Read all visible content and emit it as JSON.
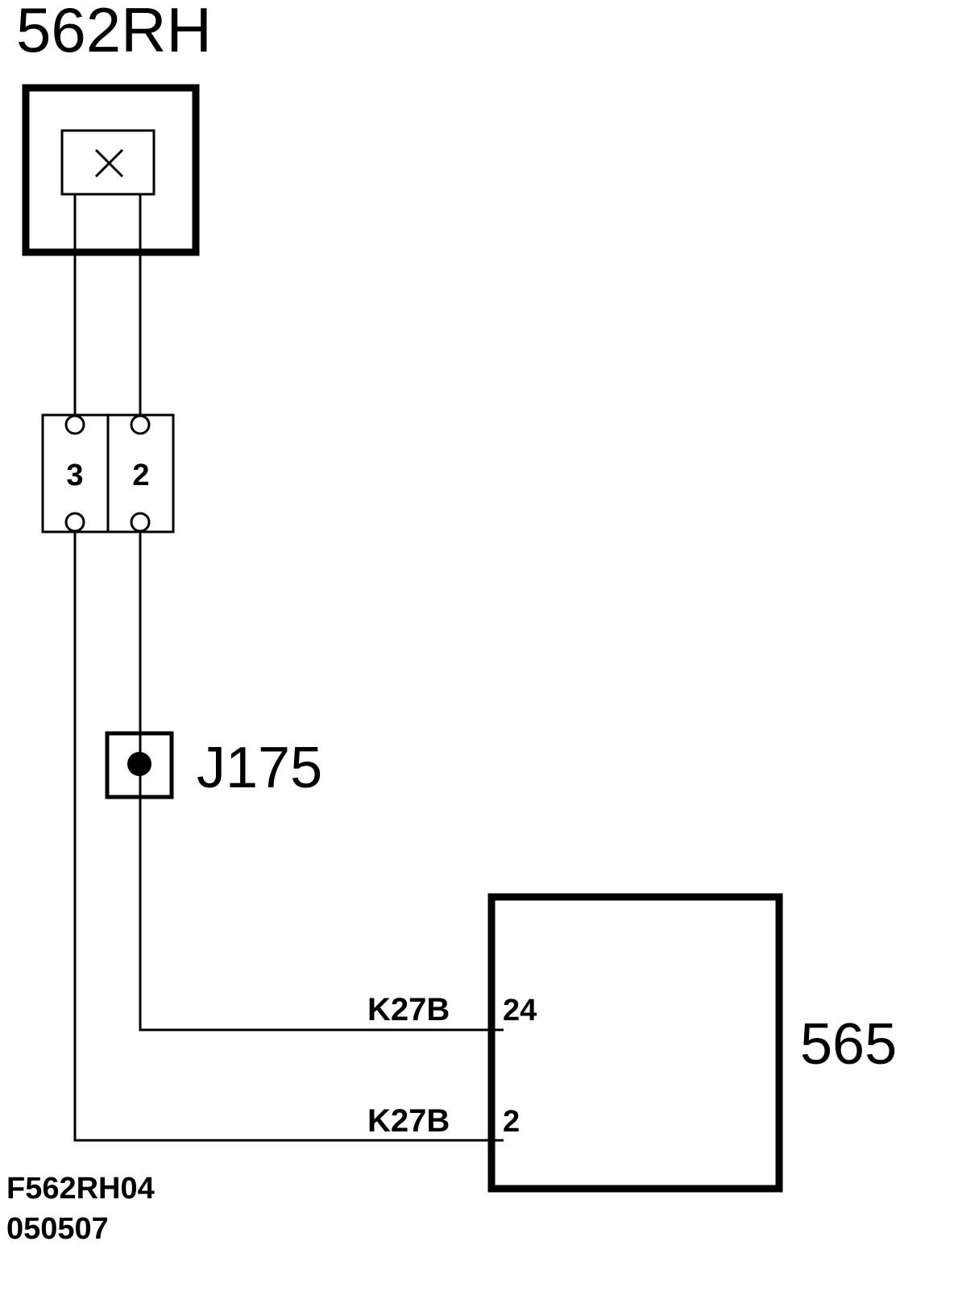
{
  "components": {
    "sensor_label": "562RH",
    "module_label": "565",
    "junction_label": "J175"
  },
  "connector": {
    "pins": [
      "3",
      "2"
    ]
  },
  "module": {
    "pins": [
      {
        "pin": "24",
        "wire": "K27B"
      },
      {
        "pin": "2",
        "wire": "K27B"
      }
    ]
  },
  "footer": {
    "code": "F562RH04",
    "date": "050507"
  },
  "icons": {
    "sensor_symbol": "cross-icon",
    "junction_symbol": "splice-dot-icon",
    "connector_contacts": "circle-contact-icon"
  },
  "colors": {
    "line": "#000000",
    "background": "#ffffff"
  }
}
